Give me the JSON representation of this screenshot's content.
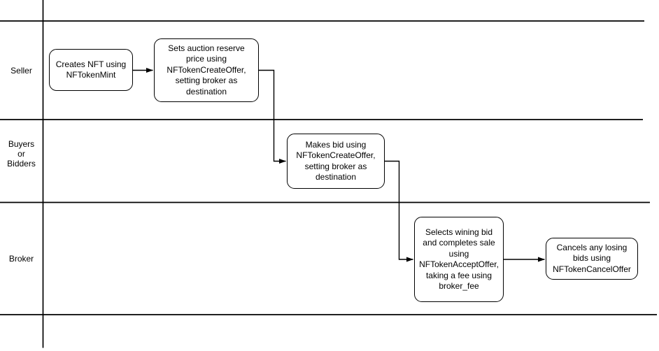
{
  "diagram": {
    "type": "swimlane-flowchart",
    "colors": {
      "background": "#ffffff",
      "stroke": "#000000",
      "text": "#000000"
    },
    "lanes": [
      {
        "label": "Seller"
      },
      {
        "label": "Buyers\nor\nBidders"
      },
      {
        "label": "Broker"
      }
    ],
    "nodes": [
      {
        "lane": "Seller",
        "text": "Creates NFT using\nNFTokenMint"
      },
      {
        "lane": "Seller",
        "text": "Sets auction reserve\nprice using\nNFTokenCreateOffer,\nsetting broker as\ndestination"
      },
      {
        "lane": "Buyers or Bidders",
        "text": "Makes bid using\nNFTokenCreateOffer,\nsetting broker as\ndestination"
      },
      {
        "lane": "Broker",
        "text": "Selects wining bid\nand completes sale\nusing\nNFTokenAcceptOffer,\ntaking a fee using\nbroker_fee"
      },
      {
        "lane": "Broker",
        "text": "Cancels any losing\nbids using\nNFTokenCancelOffer"
      }
    ],
    "edges": [
      {
        "from": 0,
        "to": 1
      },
      {
        "from": 1,
        "to": 2
      },
      {
        "from": 2,
        "to": 3
      },
      {
        "from": 3,
        "to": 4
      }
    ]
  }
}
